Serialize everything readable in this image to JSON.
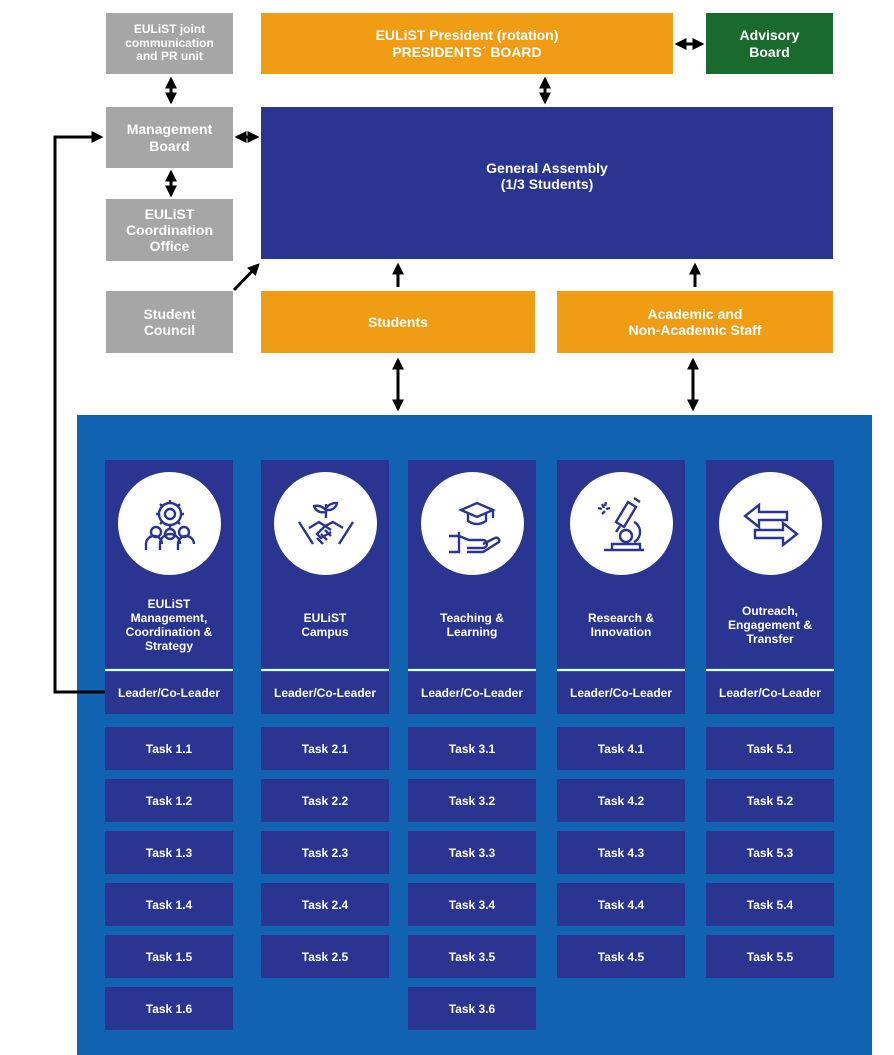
{
  "top": {
    "pr_unit": "EULiST joint\ncommunication\nand PR unit",
    "presidents_board": "EULiST President (rotation)\nPRESIDENTS´ BOARD",
    "advisory_board": "Advisory\nBoard",
    "management_board": "Management\nBoard",
    "general_assembly": "General Assembly\n(1/3 Students)",
    "coordination_office": "EULiST\nCoordination\nOffice",
    "student_council": "Student\nCouncil",
    "students": "Students",
    "staff": "Academic and\nNon-Academic  Staff"
  },
  "work_packages": [
    {
      "title": "EULiST\nManagement,\nCoordination &\nStrategy",
      "icon": "team-gear-icon",
      "leader": "Leader/Co-Leader",
      "tasks": [
        "Task 1.1",
        "Task 1.2",
        "Task 1.3",
        "Task 1.4",
        "Task 1.5",
        "Task 1.6"
      ]
    },
    {
      "title": "EULiST\nCampus",
      "icon": "handshake-plant-icon",
      "leader": "Leader/Co-Leader",
      "tasks": [
        "Task 2.1",
        "Task 2.2",
        "Task 2.3",
        "Task 2.4",
        "Task 2.5"
      ]
    },
    {
      "title": "Teaching &\nLearning",
      "icon": "graduation-hand-icon",
      "leader": "Leader/Co-Leader",
      "tasks": [
        "Task 3.1",
        "Task 3.2",
        "Task 3.3",
        "Task 3.4",
        "Task 3.5",
        "Task 3.6"
      ]
    },
    {
      "title": "Research &\nInnovation",
      "icon": "microscope-icon",
      "leader": "Leader/Co-Leader",
      "tasks": [
        "Task 4.1",
        "Task 4.2",
        "Task 4.3",
        "Task 4.4",
        "Task 4.5"
      ]
    },
    {
      "title": "Outreach,\nEngagement &\nTransfer",
      "icon": "exchange-arrows-icon",
      "leader": "Leader/Co-Leader",
      "tasks": [
        "Task 5.1",
        "Task 5.2",
        "Task 5.3",
        "Task 5.4",
        "Task 5.5"
      ]
    }
  ],
  "colors": {
    "grey": "#a6a6a6",
    "orange": "#f09c14",
    "navy": "#2a3591",
    "green": "#1a6a2d",
    "panel_blue": "#1163b1"
  }
}
